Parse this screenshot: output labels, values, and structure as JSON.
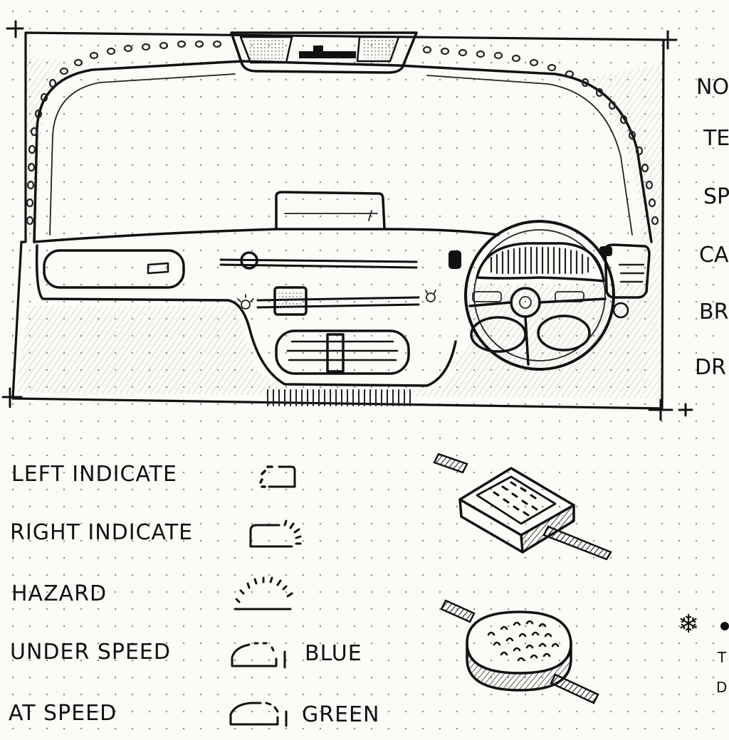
{
  "side_labels": [
    "NO",
    "TE",
    "SP",
    "CA",
    "BR",
    "DR"
  ],
  "legend": [
    {
      "label": "LEFT INDICATE",
      "note": ""
    },
    {
      "label": "RIGHT INDICATE",
      "note": ""
    },
    {
      "label": "HAZARD",
      "note": ""
    },
    {
      "label": "UNDER SPEED",
      "note": "BLUE"
    },
    {
      "label": "AT SPEED",
      "note": "GREEN"
    }
  ],
  "footnote": {
    "mark": "❄",
    "line1": "T",
    "line2": "D"
  }
}
